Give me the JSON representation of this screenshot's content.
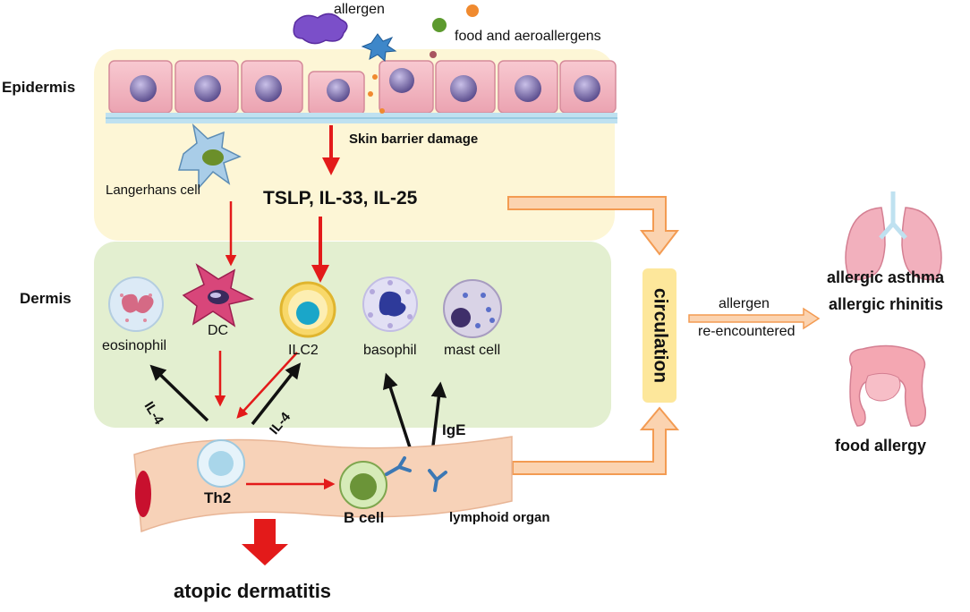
{
  "layers": {
    "epidermis": "Epidermis",
    "dermis": "Dermis"
  },
  "top": {
    "allergen": "allergen",
    "food_aeroallergens": "food and aeroallergens"
  },
  "labels": {
    "skin_barrier_damage": "Skin barrier damage",
    "langerhans_cell": "Langerhans cell",
    "cytokines": "TSLP, IL-33, IL-25",
    "circulation": "circulation",
    "lymphoid_organ": "lymphoid organ",
    "atopic_dermatitis": "atopic dermatitis",
    "allergen_reencountered_1": "allergen",
    "allergen_reencountered_2": "re-encountered"
  },
  "cells": {
    "eosinophil": "eosinophil",
    "dc": "DC",
    "ilc2": "ILC2",
    "basophil": "basophil",
    "mast_cell": "mast cell",
    "th2": "Th2",
    "b_cell": "B cell"
  },
  "signals": {
    "il4_left": "IL-4",
    "il4_right": "IL-4",
    "ige": "IgE"
  },
  "outcomes": {
    "asthma": "allergic asthma",
    "rhinitis": "allergic rhinitis",
    "food_allergy": "food allergy"
  },
  "colors": {
    "epidermis_bg": "#fdf6d6",
    "dermis_bg": "#e3efd0",
    "skin_cell": "#f2b7c2",
    "nucleus": "#7a6aa8",
    "vessel": "#f7d2b8",
    "red_arrow": "#e31a1a",
    "orange_arrow": "#f5a66a",
    "circulation_box": "#fde79b"
  }
}
